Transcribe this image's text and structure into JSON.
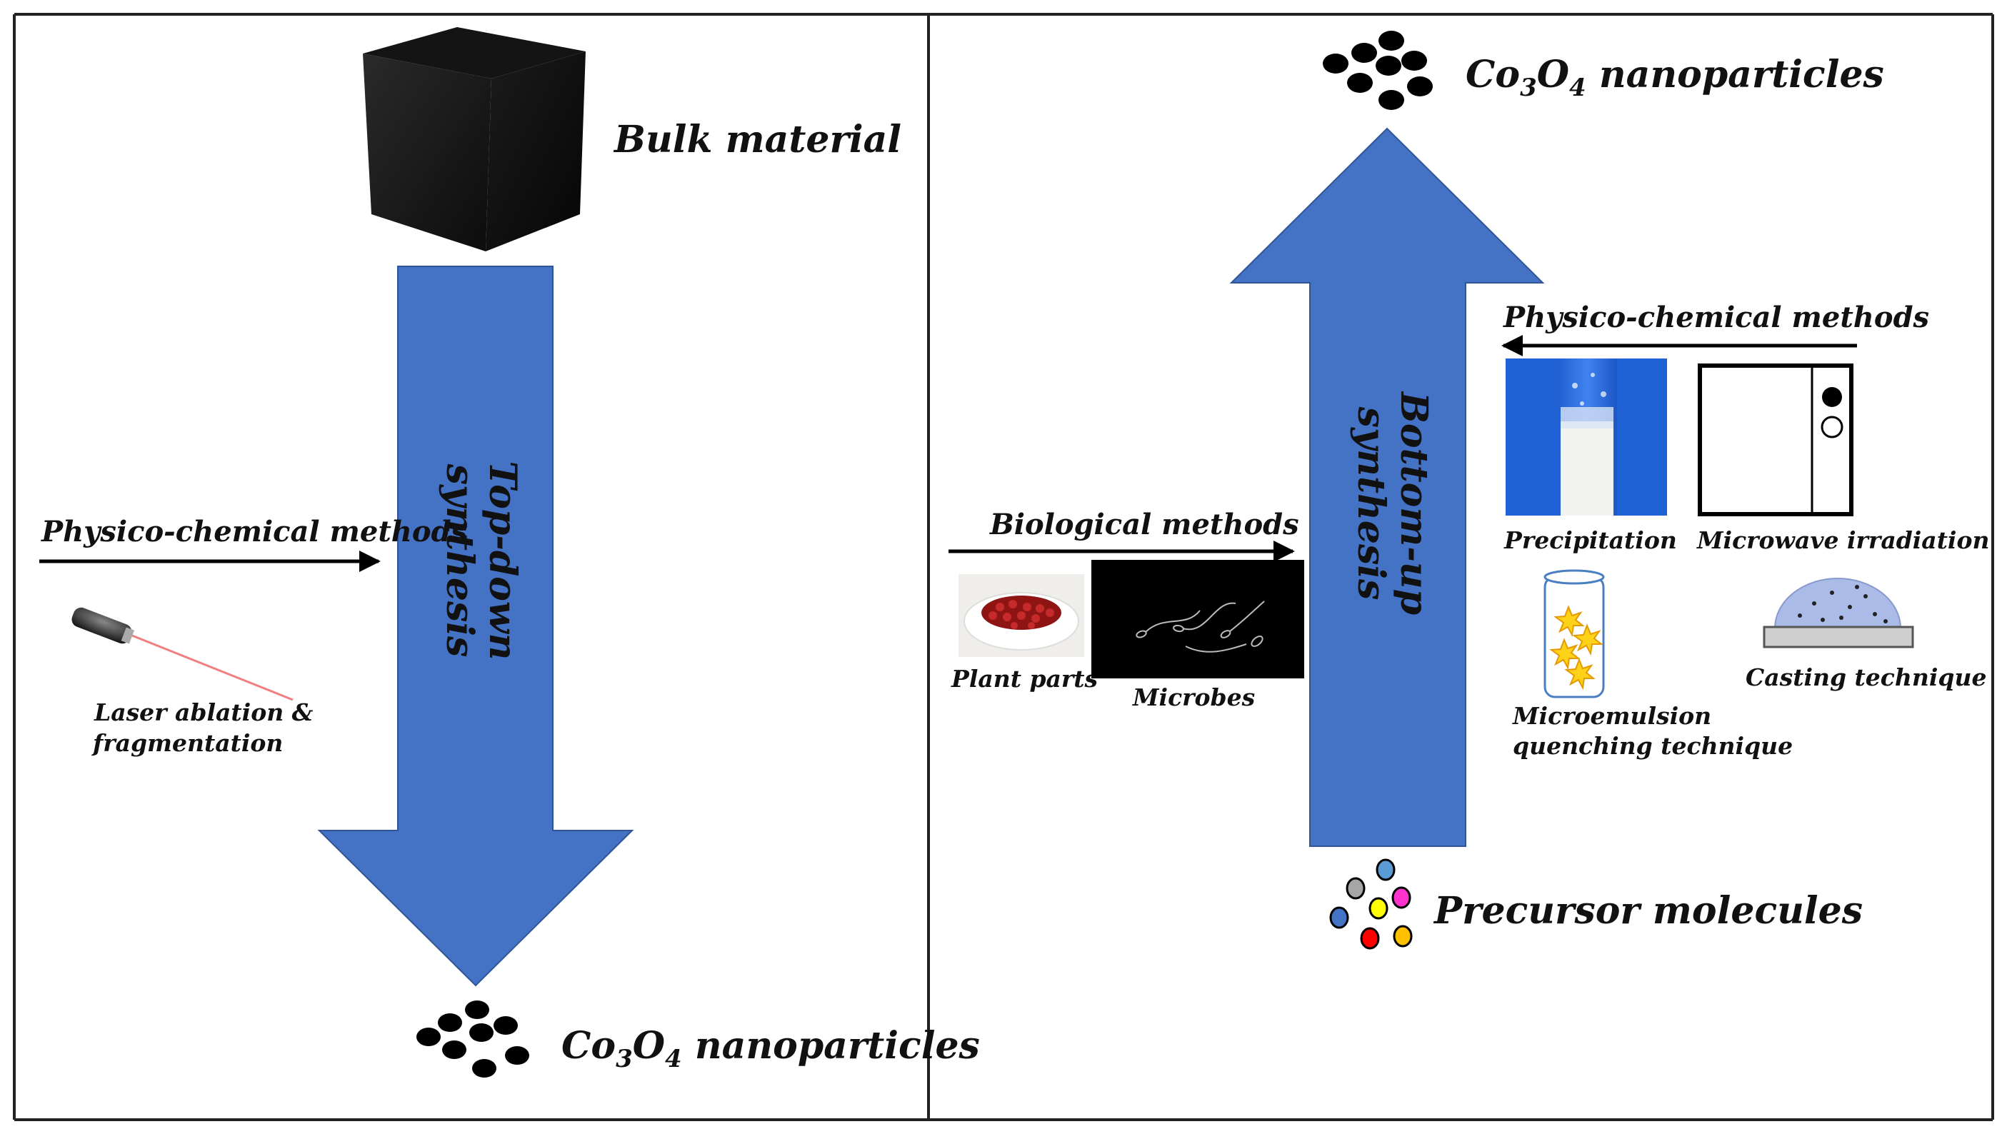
{
  "left_panel": {
    "bulk_material": "Bulk material",
    "arrow_line1": "Top-down",
    "arrow_line2": "synthesis",
    "method_label": "Physico-chemical methods",
    "laser_line1": "Laser ablation &",
    "laser_line2": "fragmentation",
    "product_prefix": "Co",
    "product_sub1": "3",
    "product_mid": "O",
    "product_sub2": "4",
    "product_suffix": " nanoparticles"
  },
  "right_panel": {
    "product_prefix": "Co",
    "product_sub1": "3",
    "product_mid": "O",
    "product_sub2": "4",
    "product_suffix": " nanoparticles",
    "arrow_line1": "Bottom-up",
    "arrow_line2": "synthesis",
    "physico_label": "Physico-chemical methods",
    "biological_label": "Biological methods",
    "plant_parts": "Plant parts",
    "microbes": "Microbes",
    "precipitation": "Precipitation",
    "microwave": "Microwave irradiation",
    "microemulsion_line1": "Microemulsion",
    "microemulsion_line2": "quenching technique",
    "casting": "Casting technique",
    "precursor": "Precursor molecules"
  },
  "colors": {
    "arrow_blue": "#4472c4",
    "arrow_edge": "#2f5597",
    "precursor_dots": [
      "#5b9bd5",
      "#a6a6a6",
      "#ff33cc",
      "#ffff00",
      "#4472c4",
      "#ff0000",
      "#ffc000"
    ]
  }
}
